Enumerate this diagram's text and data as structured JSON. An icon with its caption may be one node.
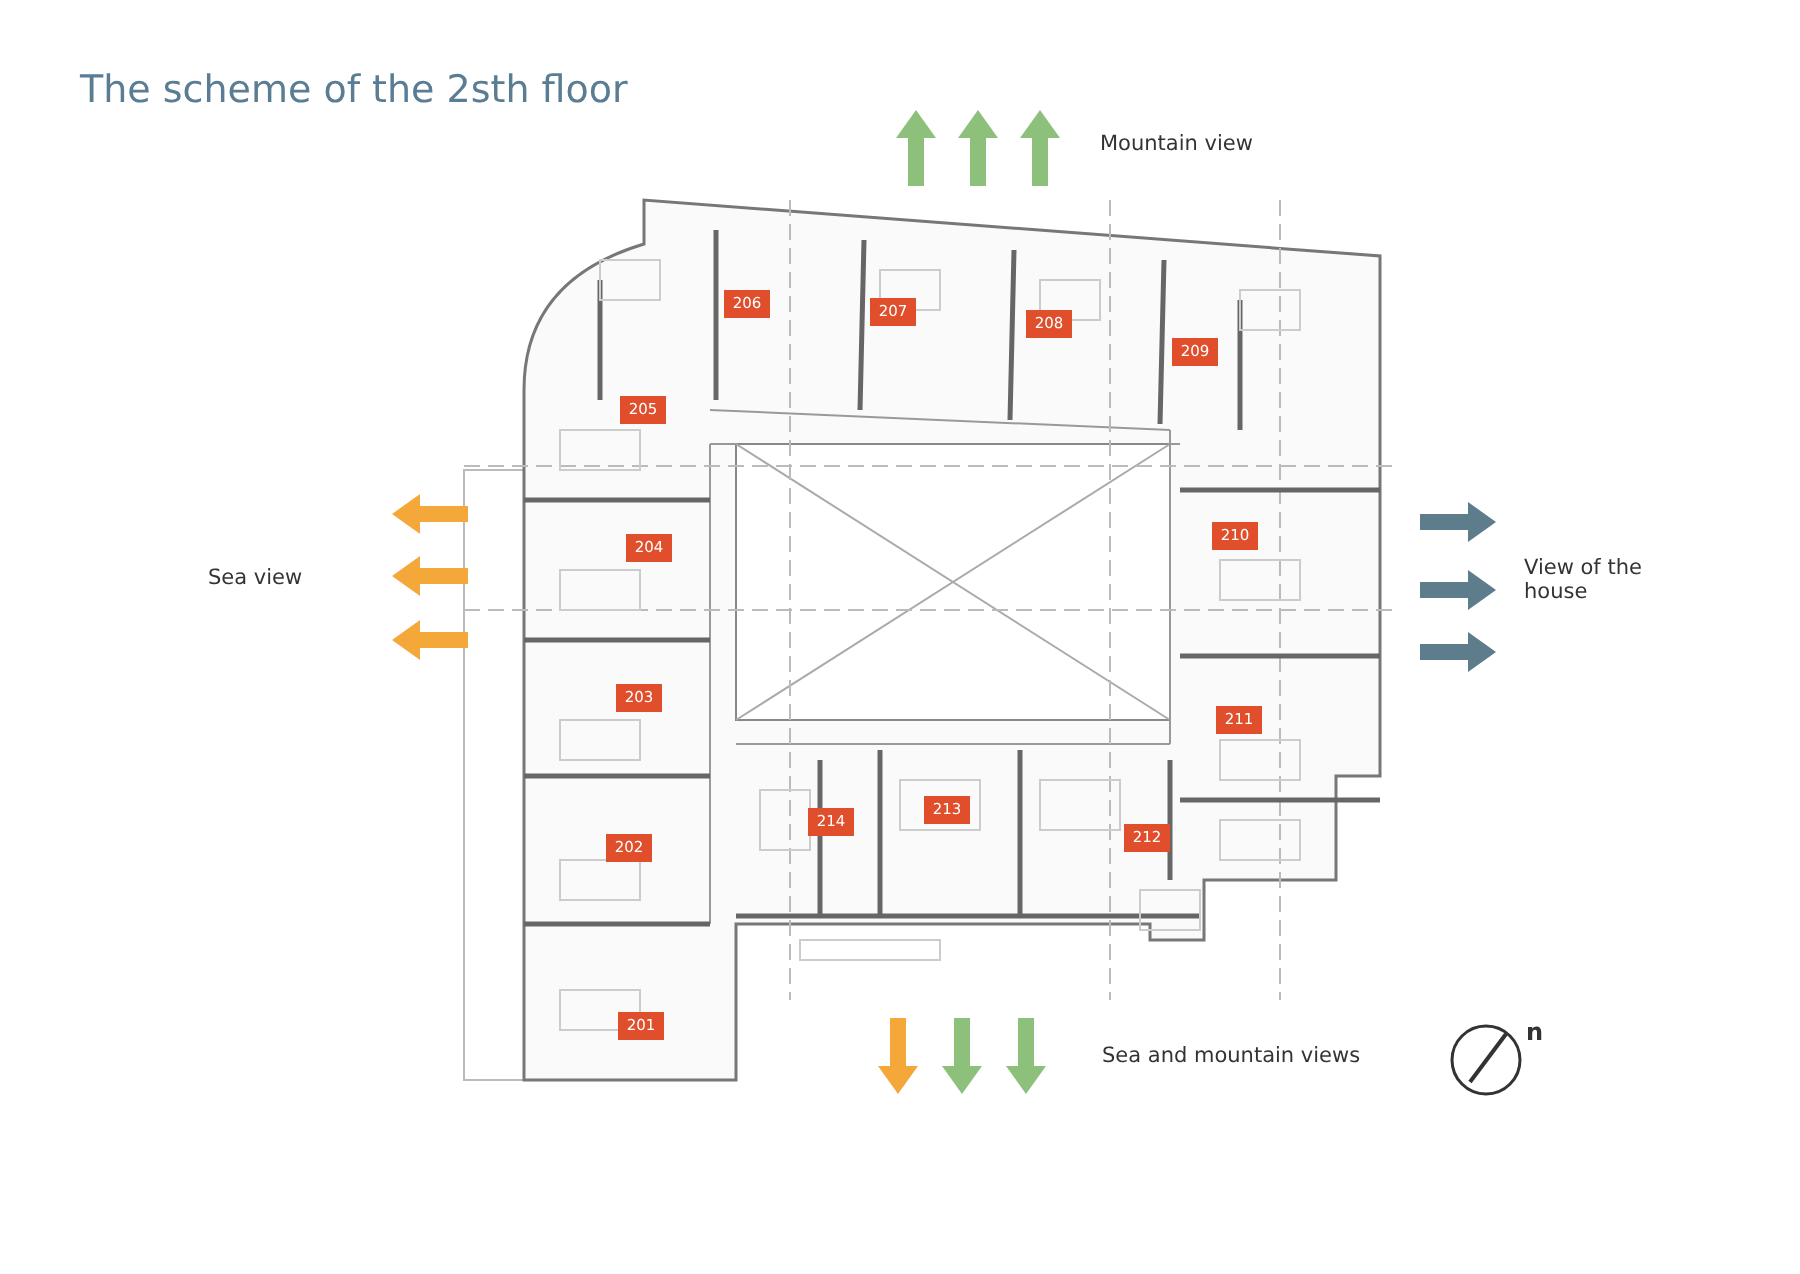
{
  "diagram": {
    "title": "The scheme of the 2sth floor",
    "nodes": [
      {
        "text": [
          "206"
        ]
      },
      {
        "text": [
          "207"
        ]
      },
      {
        "text": [
          "208"
        ]
      },
      {
        "text": [
          "209"
        ]
      },
      {
        "text": [
          "205"
        ]
      },
      {
        "text": [
          "210"
        ]
      },
      {
        "text": [
          "204"
        ]
      },
      {
        "text": [
          "203"
        ]
      },
      {
        "text": [
          "211"
        ]
      },
      {
        "text": [
          "213"
        ]
      },
      {
        "text": [
          "214"
        ]
      },
      {
        "text": [
          "212"
        ]
      },
      {
        "text": [
          "202"
        ]
      },
      {
        "text": [
          "201"
        ]
      }
    ],
    "labels": [
      "Mountain view",
      "Sea view",
      "View of the house",
      "Sea and mountain views",
      "n"
    ]
  }
}
